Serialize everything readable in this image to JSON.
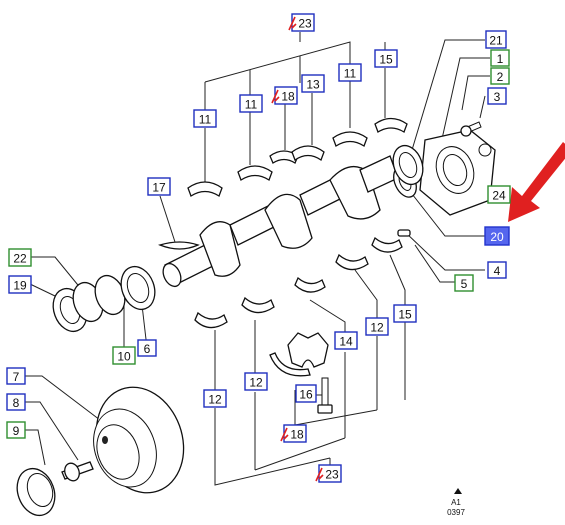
{
  "colors": {
    "blue_label": "#1f2fbf",
    "green_label": "#2f8f2f",
    "highlight_label": "#5566ee",
    "arrow": "#e02020",
    "supersede_mark": "#e02020"
  },
  "labels": [
    {
      "id": "23a",
      "text": "23",
      "style": "blue",
      "mark": true
    },
    {
      "id": "21",
      "text": "21",
      "style": "blue"
    },
    {
      "id": "1",
      "text": "1",
      "style": "green"
    },
    {
      "id": "2",
      "text": "2",
      "style": "green"
    },
    {
      "id": "3",
      "text": "3",
      "style": "blue"
    },
    {
      "id": "11a",
      "text": "11",
      "style": "blue"
    },
    {
      "id": "13",
      "text": "13",
      "style": "blue"
    },
    {
      "id": "15a",
      "text": "15",
      "style": "blue"
    },
    {
      "id": "11b",
      "text": "11",
      "style": "blue"
    },
    {
      "id": "18a",
      "text": "18",
      "style": "blue",
      "mark": true
    },
    {
      "id": "11c",
      "text": "11",
      "style": "blue"
    },
    {
      "id": "17",
      "text": "17",
      "style": "blue"
    },
    {
      "id": "24",
      "text": "24",
      "style": "green"
    },
    {
      "id": "20",
      "text": "20",
      "style": "highlight"
    },
    {
      "id": "22",
      "text": "22",
      "style": "green"
    },
    {
      "id": "4",
      "text": "4",
      "style": "blue"
    },
    {
      "id": "19",
      "text": "19",
      "style": "blue"
    },
    {
      "id": "5",
      "text": "5",
      "style": "green"
    },
    {
      "id": "12a",
      "text": "12",
      "style": "blue"
    },
    {
      "id": "15b",
      "text": "15",
      "style": "blue"
    },
    {
      "id": "14",
      "text": "14",
      "style": "blue"
    },
    {
      "id": "10",
      "text": "10",
      "style": "green"
    },
    {
      "id": "6",
      "text": "6",
      "style": "blue"
    },
    {
      "id": "7",
      "text": "7",
      "style": "blue"
    },
    {
      "id": "12b",
      "text": "12",
      "style": "blue"
    },
    {
      "id": "8",
      "text": "8",
      "style": "blue"
    },
    {
      "id": "16",
      "text": "16",
      "style": "blue"
    },
    {
      "id": "12c",
      "text": "12",
      "style": "blue"
    },
    {
      "id": "9",
      "text": "9",
      "style": "green"
    },
    {
      "id": "18b",
      "text": "18",
      "style": "blue",
      "mark": true
    },
    {
      "id": "23b",
      "text": "23",
      "style": "blue",
      "mark": true
    }
  ],
  "corner_code": {
    "line1": "A1",
    "line2": "0397"
  }
}
